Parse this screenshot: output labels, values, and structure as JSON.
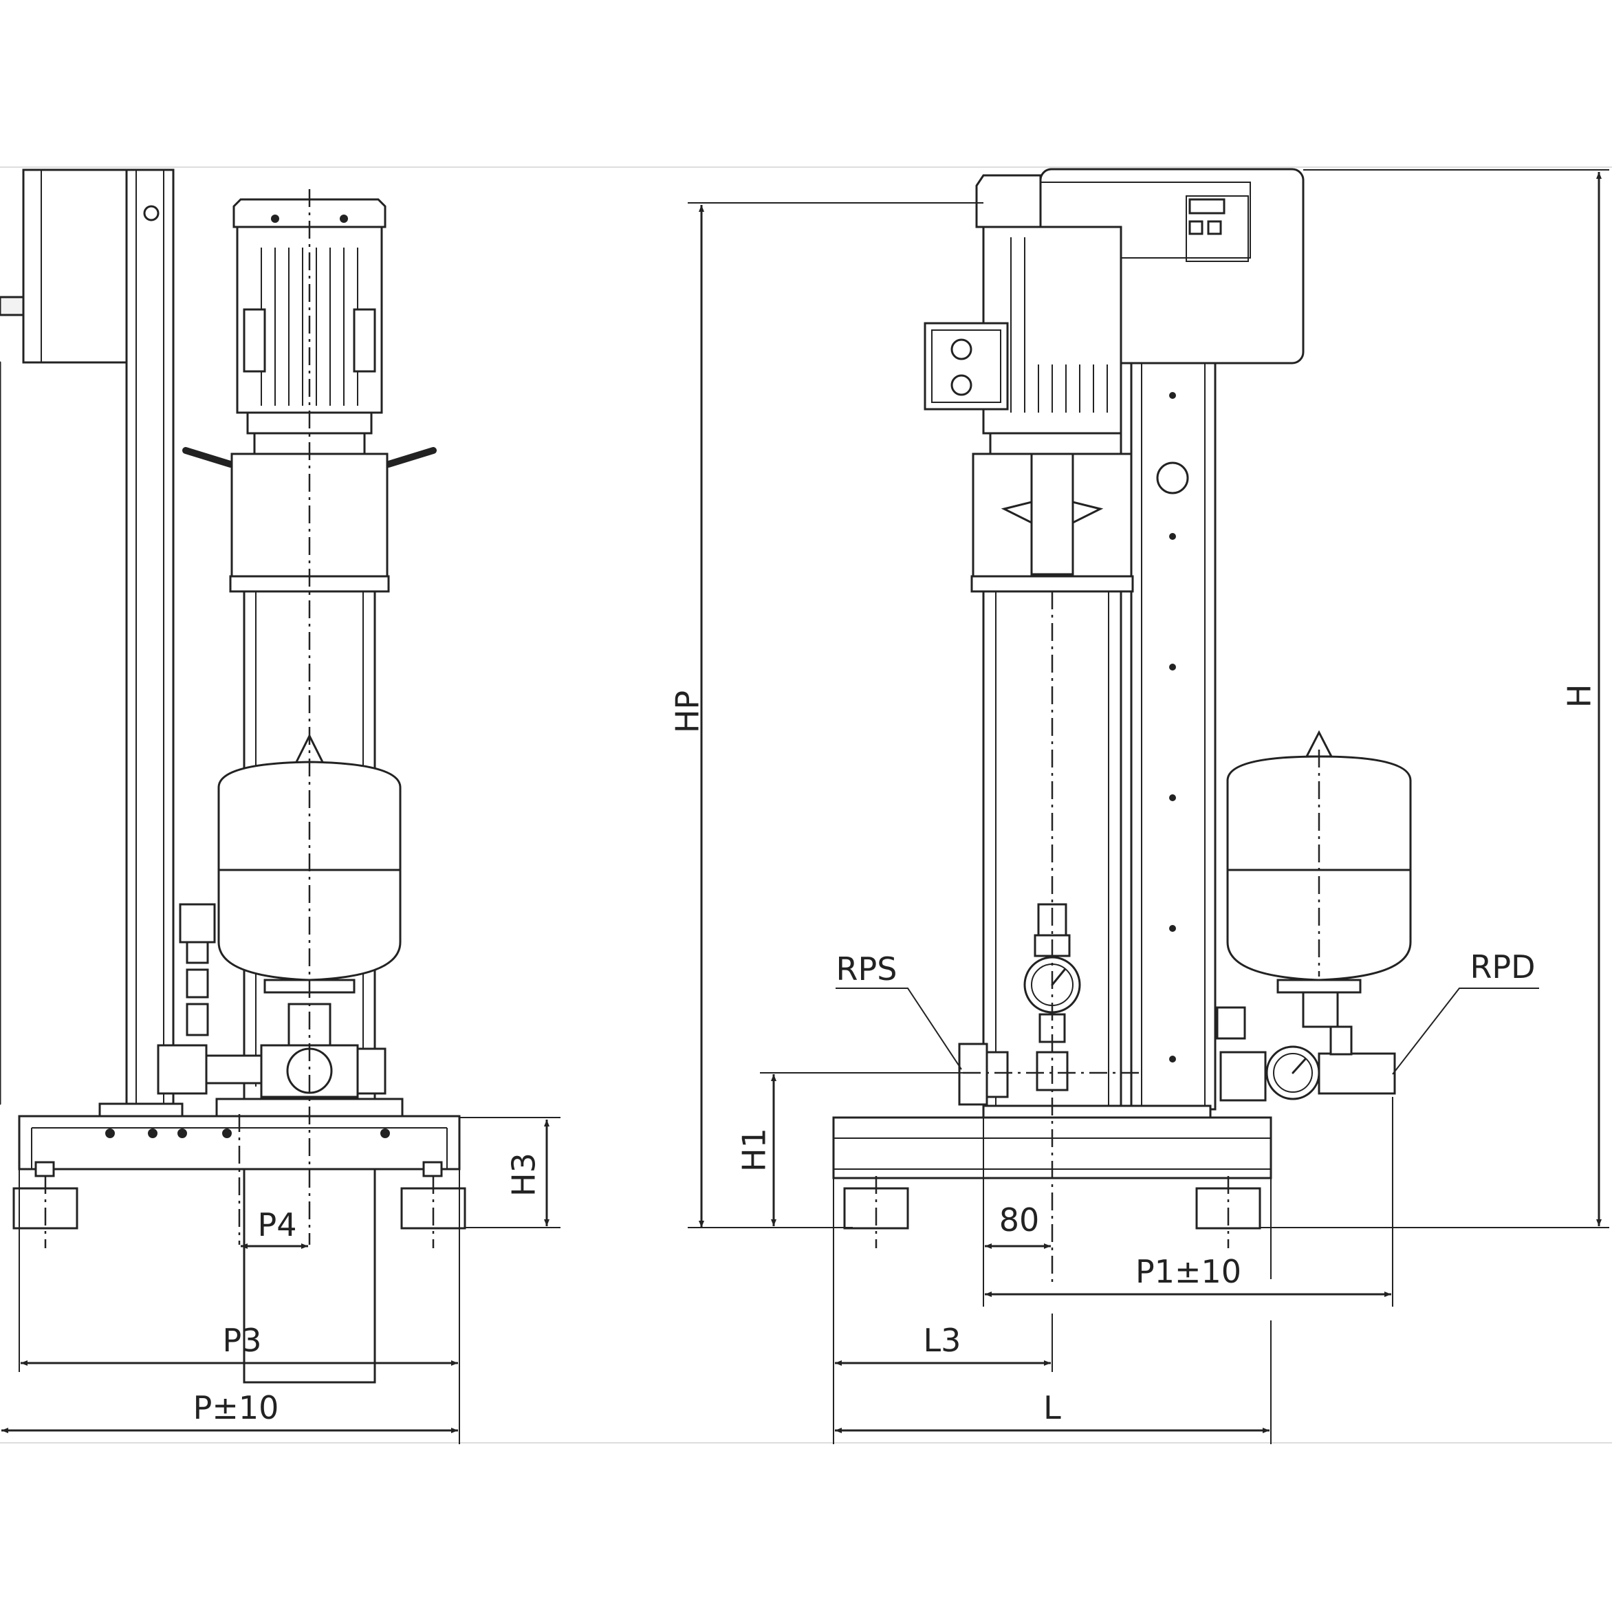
{
  "labels": {
    "hp": "HP",
    "h": "H",
    "rps": "RPS",
    "rpd": "RPD",
    "h1": "H1",
    "h3": "H3",
    "p4": "P4",
    "p3": "P3",
    "p_tol": "P±10",
    "dim_80": "80",
    "p1_tol": "P1±10",
    "l3": "L3",
    "l": "L"
  }
}
